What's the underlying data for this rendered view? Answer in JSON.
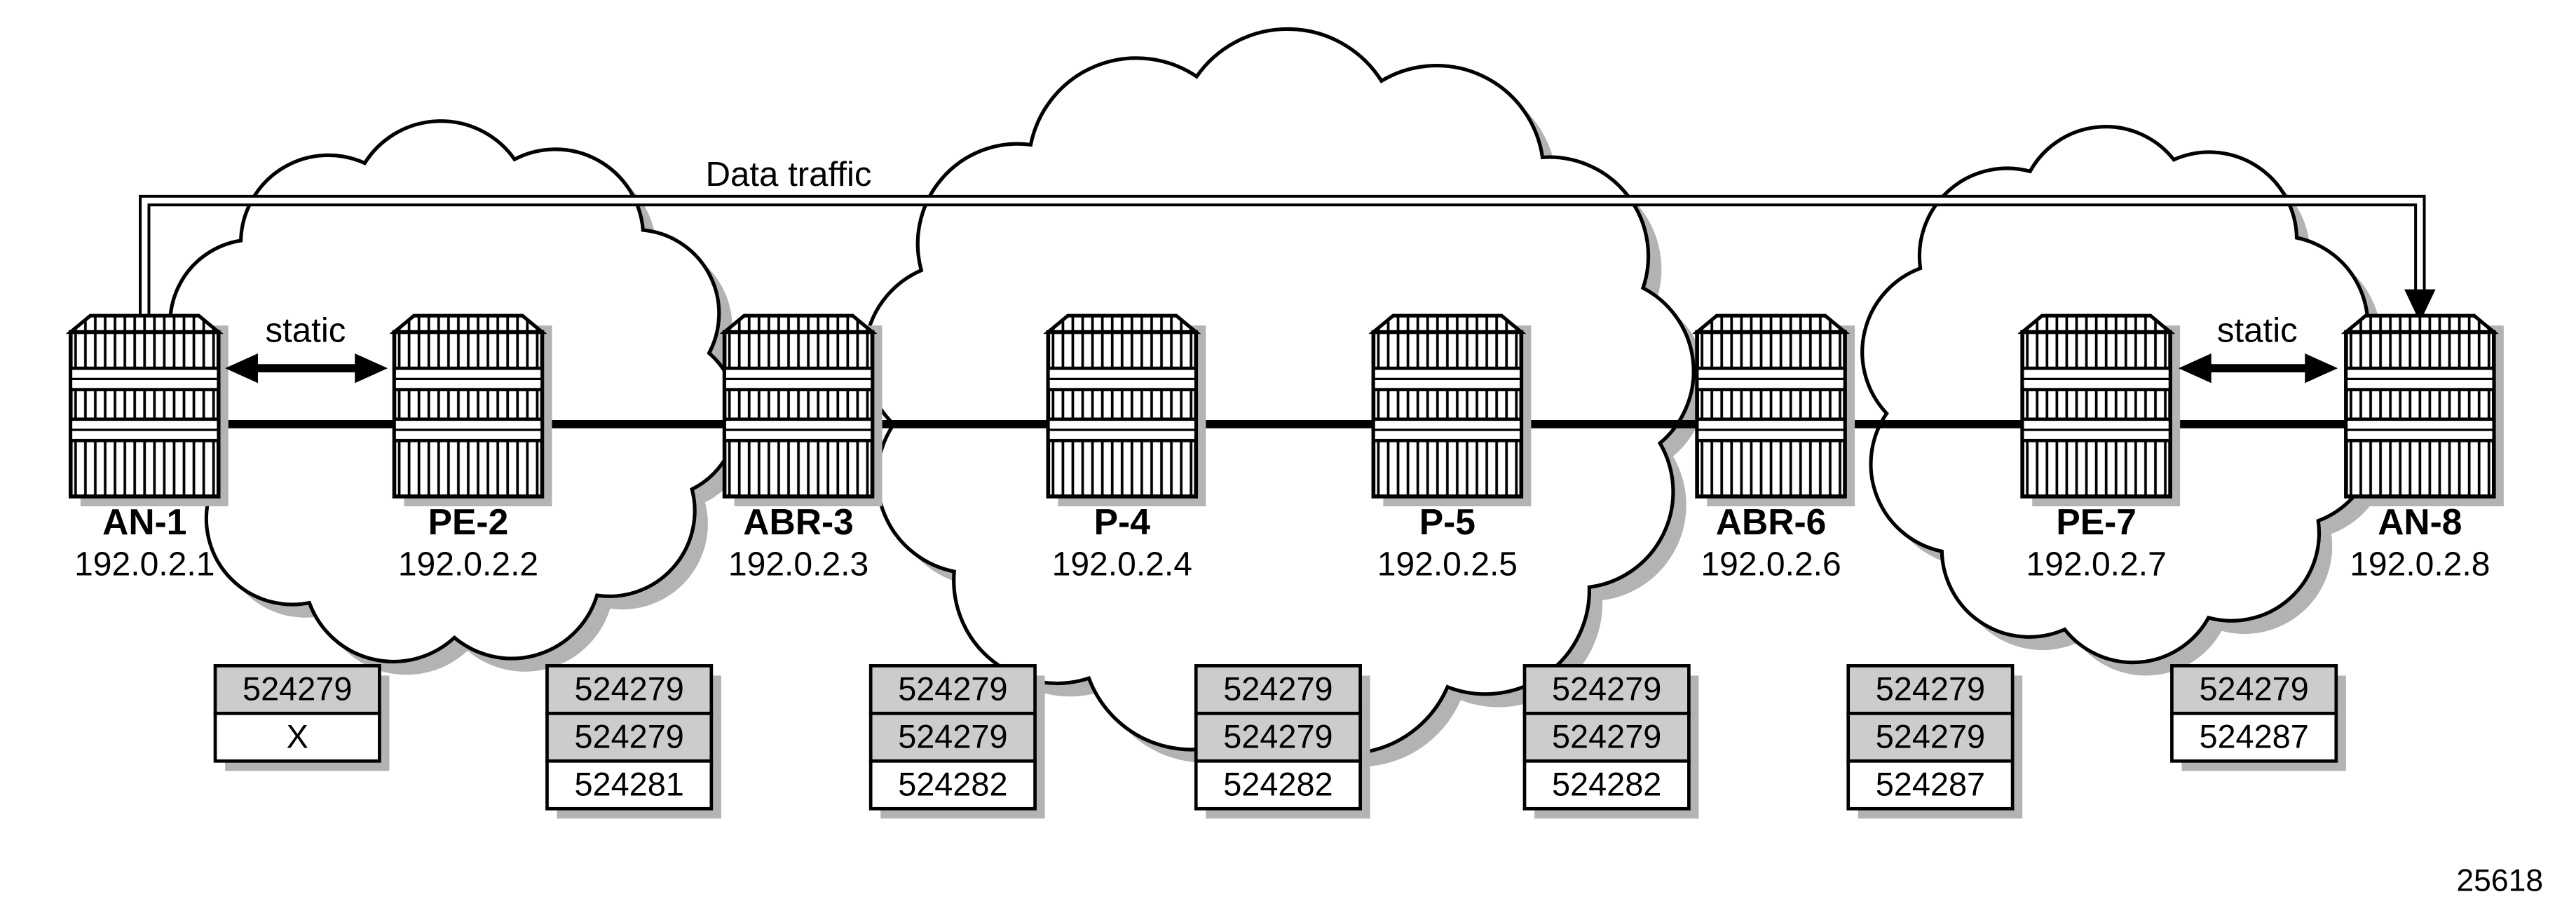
{
  "figure": {
    "number": "25618"
  },
  "annotations": {
    "data_traffic": "Data traffic",
    "static_left": "static",
    "static_right": "static"
  },
  "colors": {
    "cell_shaded": "#cccccc",
    "cell_white": "#ffffff",
    "shadow": "#b3b3b3",
    "line": "#000000"
  },
  "routers": [
    {
      "name": "AN-1",
      "ip": "192.0.2.1"
    },
    {
      "name": "PE-2",
      "ip": "192.0.2.2"
    },
    {
      "name": "ABR-3",
      "ip": "192.0.2.3"
    },
    {
      "name": "P-4",
      "ip": "192.0.2.4"
    },
    {
      "name": "P-5",
      "ip": "192.0.2.5"
    },
    {
      "name": "ABR-6",
      "ip": "192.0.2.6"
    },
    {
      "name": "PE-7",
      "ip": "192.0.2.7"
    },
    {
      "name": "AN-8",
      "ip": "192.0.2.8"
    }
  ],
  "label_stacks": [
    {
      "cells": [
        {
          "value": "524279",
          "shaded": true
        },
        {
          "value": "X",
          "shaded": false
        }
      ]
    },
    {
      "cells": [
        {
          "value": "524279",
          "shaded": true
        },
        {
          "value": "524279",
          "shaded": true
        },
        {
          "value": "524281",
          "shaded": false
        }
      ]
    },
    {
      "cells": [
        {
          "value": "524279",
          "shaded": true
        },
        {
          "value": "524279",
          "shaded": true
        },
        {
          "value": "524282",
          "shaded": false
        }
      ]
    },
    {
      "cells": [
        {
          "value": "524279",
          "shaded": true
        },
        {
          "value": "524279",
          "shaded": true
        },
        {
          "value": "524282",
          "shaded": false
        }
      ]
    },
    {
      "cells": [
        {
          "value": "524279",
          "shaded": true
        },
        {
          "value": "524279",
          "shaded": true
        },
        {
          "value": "524282",
          "shaded": false
        }
      ]
    },
    {
      "cells": [
        {
          "value": "524279",
          "shaded": true
        },
        {
          "value": "524279",
          "shaded": true
        },
        {
          "value": "524287",
          "shaded": false
        }
      ]
    },
    {
      "cells": [
        {
          "value": "524279",
          "shaded": true
        },
        {
          "value": "524287",
          "shaded": false
        }
      ]
    }
  ]
}
